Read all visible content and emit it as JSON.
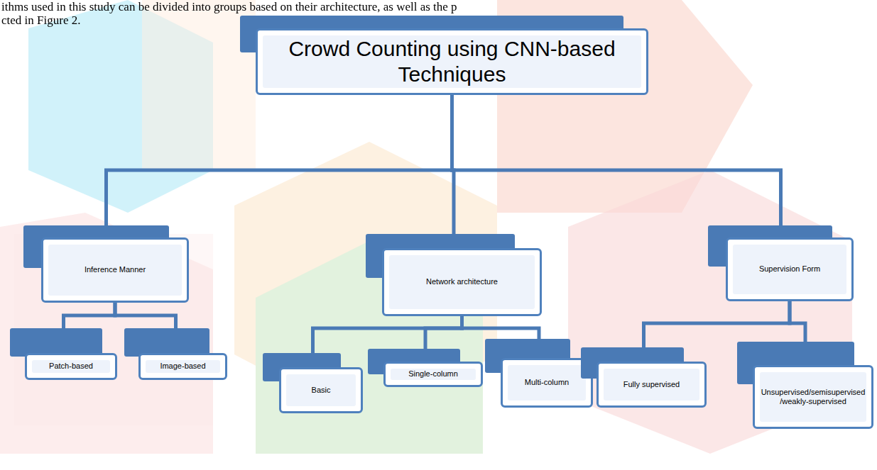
{
  "diagram": {
    "nodes": [
      {
        "text": [
          "Crowd Counting using CNN-based Techniques"
        ]
      },
      {
        "text": [
          "Inference Manner"
        ]
      },
      {
        "text": [
          "Network architecture"
        ]
      },
      {
        "text": [
          "Supervision Form"
        ]
      },
      {
        "text": [
          "Patch-based"
        ]
      },
      {
        "text": [
          "Image-based"
        ]
      },
      {
        "text": [
          "Basic"
        ]
      },
      {
        "text": [
          "Single-column"
        ]
      },
      {
        "text": [
          "Multi-column"
        ]
      },
      {
        "text": [
          "Fully supervised"
        ]
      },
      {
        "text": [
          "Unsupervised/semisupervised/weakly-supervised"
        ]
      }
    ],
    "edges": [
      {
        "from": 0,
        "to": 1,
        "arrow": "none"
      },
      {
        "from": 0,
        "to": 2,
        "arrow": "none"
      },
      {
        "from": 0,
        "to": 3,
        "arrow": "none"
      },
      {
        "from": 1,
        "to": 4,
        "arrow": "none"
      },
      {
        "from": 1,
        "to": 5,
        "arrow": "none"
      },
      {
        "from": 2,
        "to": 6,
        "arrow": "none"
      },
      {
        "from": 2,
        "to": 7,
        "arrow": "none"
      },
      {
        "from": 2,
        "to": 8,
        "arrow": "none"
      },
      {
        "from": 3,
        "to": 9,
        "arrow": "none"
      },
      {
        "from": 3,
        "to": 10,
        "arrow": "none"
      }
    ],
    "labels": [
      "ithms used in this study can be divided into groups based on their architecture, as well as the p",
      "cted in Figure 2."
    ]
  }
}
